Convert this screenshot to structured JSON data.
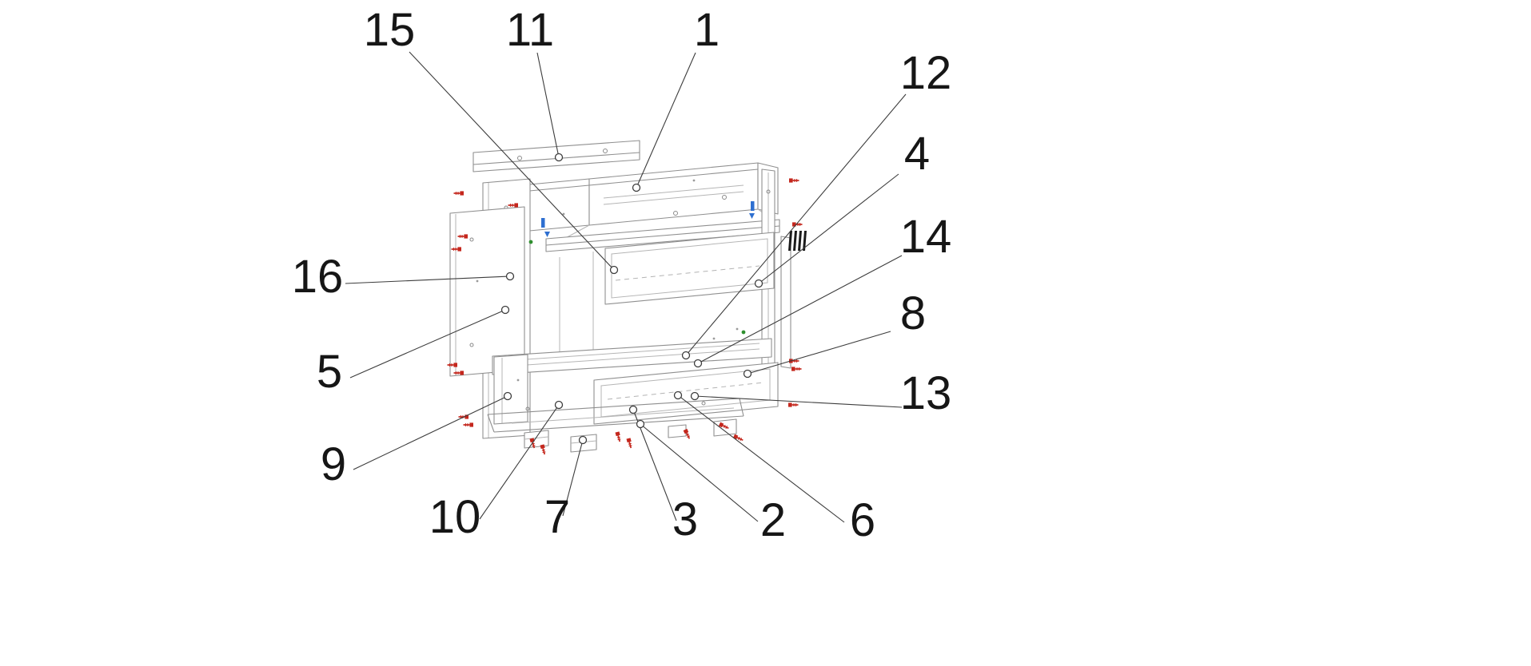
{
  "diagram": {
    "kind": "exploded-assembly-technical-drawing",
    "subject": "cabinet with drawers, fasteners and legs",
    "background": "#ffffff",
    "colors": {
      "line": "#8f8f8f",
      "leader": "#3c3c3c",
      "label": "#161616",
      "fastener_red": "#c4271d",
      "accent_blue": "#2e6fd0",
      "accent_green": "#2f8f2f",
      "grille_dark": "#1a1a1a"
    },
    "callouts": [
      {
        "label": "15"
      },
      {
        "label": "11"
      },
      {
        "label": "1"
      },
      {
        "label": "12"
      },
      {
        "label": "4"
      },
      {
        "label": "14"
      },
      {
        "label": "8"
      },
      {
        "label": "13"
      },
      {
        "label": "16"
      },
      {
        "label": "5"
      },
      {
        "label": "9"
      },
      {
        "label": "10"
      },
      {
        "label": "7"
      },
      {
        "label": "3"
      },
      {
        "label": "2"
      },
      {
        "label": "6"
      }
    ]
  }
}
